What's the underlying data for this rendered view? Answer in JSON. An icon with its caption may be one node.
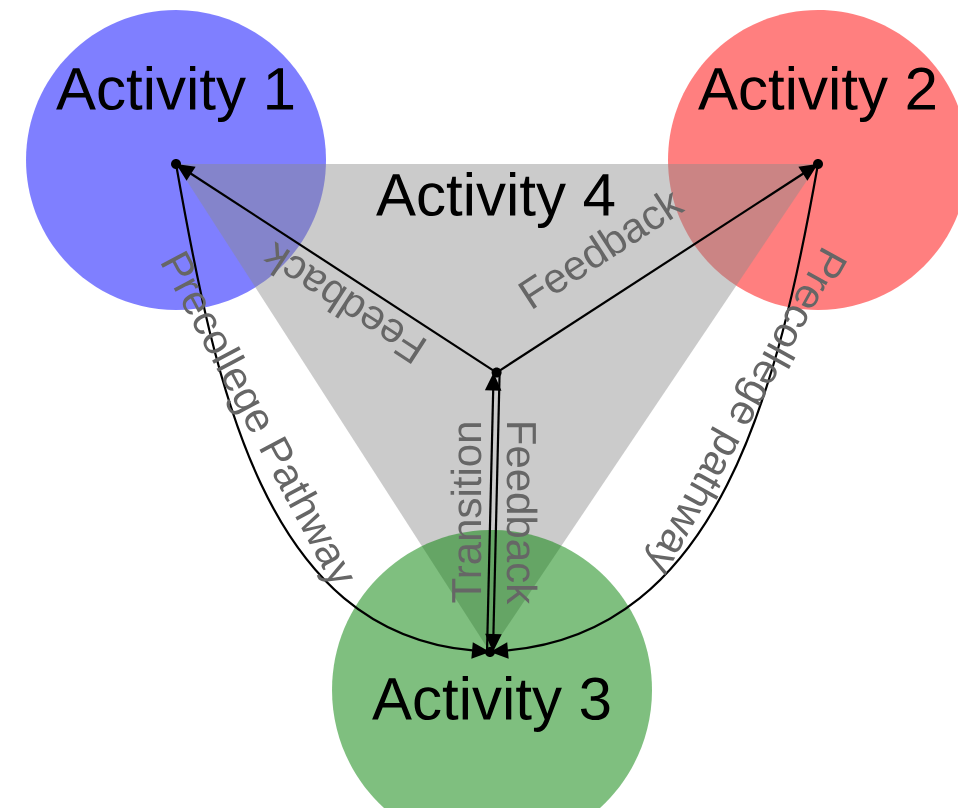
{
  "diagram": {
    "nodes": [
      {
        "text": [
          "Activity 1"
        ]
      },
      {
        "text": [
          "Activity 2"
        ]
      },
      {
        "text": [
          "Activity 4"
        ]
      },
      {
        "text": [
          "Activity 3"
        ]
      },
      {
        "text": [],
        "shape": "circle",
        "in": 0
      },
      {
        "text": [],
        "shape": "circle",
        "in": 1
      },
      {
        "text": [],
        "shape": "circle",
        "in": 2
      },
      {
        "text": [],
        "shape": "circle",
        "in": 3
      }
    ],
    "edges": [
      {
        "from": 6,
        "to": 4,
        "arrow": "to",
        "label": "Feedback"
      },
      {
        "from": 6,
        "to": 5,
        "arrow": "to",
        "label": "Feedback"
      },
      {
        "from": 7,
        "to": 6,
        "arrow": "to",
        "label": "Transition"
      },
      {
        "from": 6,
        "to": 7,
        "arrow": "to",
        "label": "Feedback"
      },
      {
        "from": 4,
        "to": 7,
        "arrow": "to",
        "label": "Precollege Pathway"
      },
      {
        "from": 5,
        "to": 7,
        "arrow": "to",
        "label": "Precollege pathway"
      }
    ]
  }
}
